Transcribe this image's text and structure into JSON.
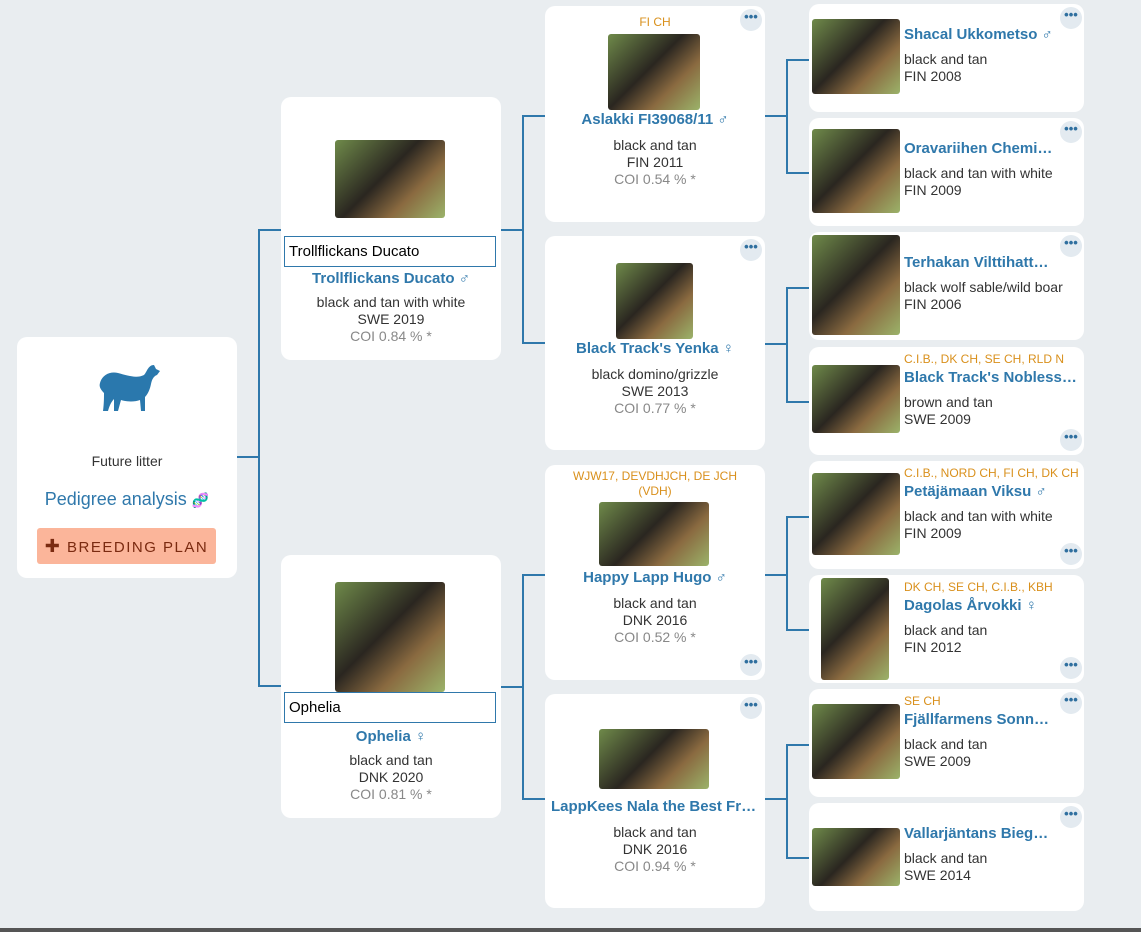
{
  "root": {
    "label": "Future litter",
    "analysis": "Pedigree analysis",
    "breeding_plan": "BREEDING PLAN",
    "icon": "dog-silhouette-icon"
  },
  "gen1": [
    {
      "input": "Trollflickans Ducato",
      "name": "Trollflickans Ducato ♂",
      "color": "black and tan with white",
      "origin": "SWE 2019",
      "coi": "COI 0.84 % *"
    },
    {
      "input": "Ophelia",
      "name": "Ophelia ♀",
      "color": "black and tan",
      "origin": "DNK 2020",
      "coi": "COI 0.81 % *"
    }
  ],
  "gen2": [
    {
      "title": "FI CH",
      "name": "Aslakki FI39068/11 ♂",
      "color": "black and tan",
      "origin": "FIN 2011",
      "coi": "COI 0.54 % *"
    },
    {
      "title": "",
      "name": "Black Track's Yenka ♀",
      "color": "black domino/grizzle",
      "origin": "SWE 2013",
      "coi": "COI 0.77 % *"
    },
    {
      "title": "WJW17, DEVDHJCH, DE JCH (VDH)",
      "name": "Happy Lapp Hugo ♂",
      "color": "black and tan",
      "origin": "DNK 2016",
      "coi": "COI 0.52 % *"
    },
    {
      "title": "",
      "name": "LappKees Nala the Best Friend",
      "color": "black and tan",
      "origin": "DNK 2016",
      "coi": "COI 0.94 % *"
    }
  ],
  "gen3": [
    {
      "title": "",
      "name": "Shacal Ukkometso ♂",
      "color": "black and tan",
      "origin": "FIN 2008"
    },
    {
      "title": "",
      "name": "Oravariihen Chemiinin ♂",
      "color": "black and tan with white",
      "origin": "FIN 2009"
    },
    {
      "title": "",
      "name": "Terhakan Vilttihattu ♂",
      "color": "black wolf sable/wild boar",
      "origin": "FIN 2006"
    },
    {
      "title": "C.I.B., DK CH, SE CH, RLD N",
      "name": "Black Track's Noblesse ♀",
      "color": "brown and tan",
      "origin": "SWE 2009"
    },
    {
      "title": "C.I.B., NORD CH, FI CH, DK CH",
      "name": "Petäjämaan Viksu ♂",
      "color": "black and tan with white",
      "origin": "FIN 2009"
    },
    {
      "title": "DK CH, SE CH, C.I.B., KBH",
      "name": "Dagolas Årvokki ♀",
      "color": "black and tan",
      "origin": "FIN 2012"
    },
    {
      "title": "SE CH",
      "name": "Fjällfarmens Sonny ♂",
      "color": "black and tan",
      "origin": "SWE 2009"
    },
    {
      "title": "",
      "name": "Vallarjäntans Biegga ♀",
      "color": "black and tan",
      "origin": "SWE 2014"
    }
  ],
  "more_label": "•••"
}
